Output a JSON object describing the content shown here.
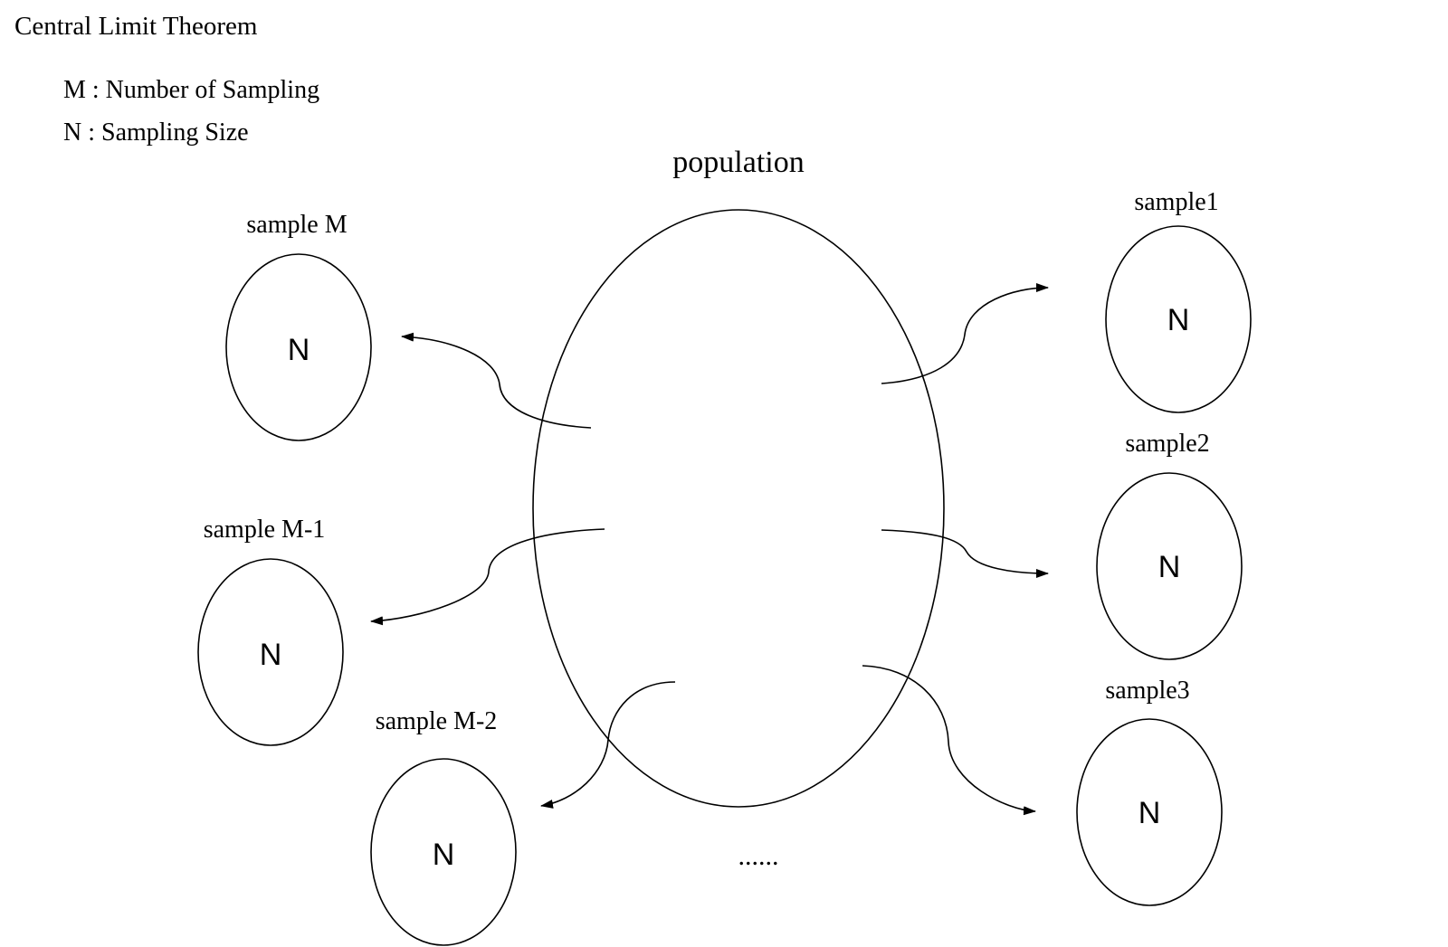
{
  "title": "Central Limit Theorem",
  "legend": {
    "m_line": "M :  Number of Sampling",
    "n_line": "N :  Sampling Size"
  },
  "population": {
    "label": "population"
  },
  "samples": {
    "s1": {
      "label": "sample1",
      "content": "N"
    },
    "s2": {
      "label": "sample2",
      "content": "N"
    },
    "s3": {
      "label": "sample3",
      "content": "N"
    },
    "sm": {
      "label": "sample M",
      "content": "N"
    },
    "sm1": {
      "label": "sample M-1",
      "content": "N"
    },
    "sm2": {
      "label": "sample M-2",
      "content": "N"
    }
  },
  "ellipsis": "......"
}
